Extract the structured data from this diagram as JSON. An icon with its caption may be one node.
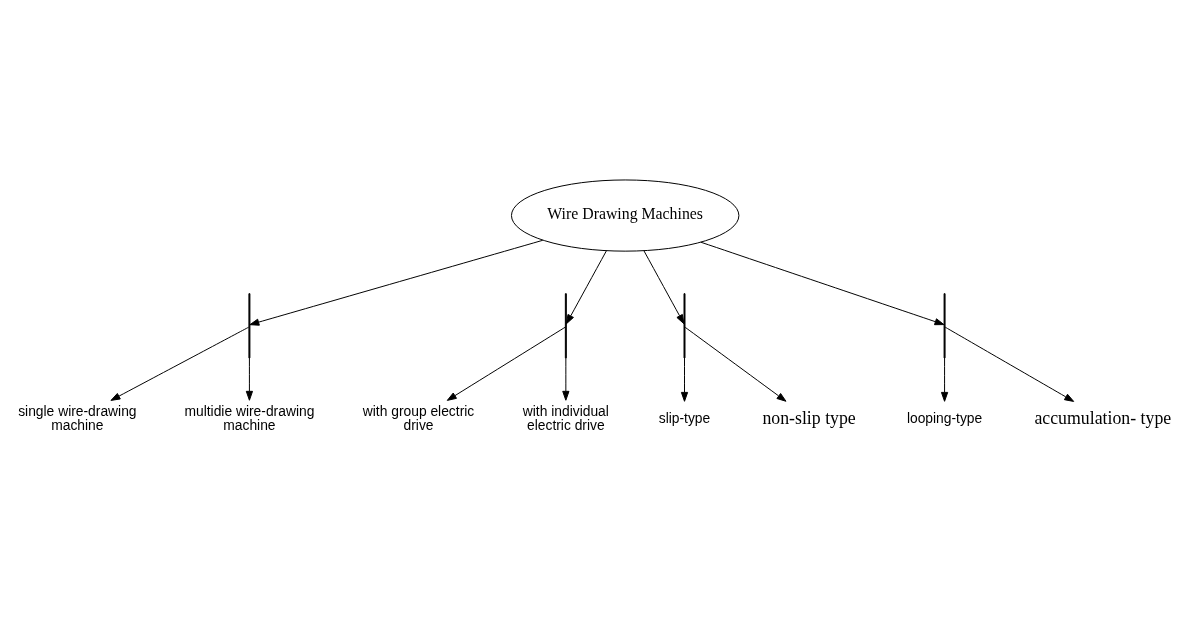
{
  "diagram": {
    "nodes": [
      {
        "text": [
          "Wire Drawing Machines"
        ]
      },
      {
        "text": [],
        "shape": "bar"
      },
      {
        "text": [
          "single wire-drawing machine"
        ]
      },
      {
        "text": [
          "multidie wire-drawing machine"
        ]
      },
      {
        "text": [],
        "shape": "bar"
      },
      {
        "text": [
          "with group electric drive"
        ]
      },
      {
        "text": [
          "with individual electric drive"
        ]
      },
      {
        "text": [],
        "shape": "bar"
      },
      {
        "text": [
          "slip-type"
        ]
      },
      {
        "text": [
          "non-slip type"
        ]
      },
      {
        "text": [],
        "shape": "bar"
      },
      {
        "text": [
          "looping-type"
        ]
      },
      {
        "text": [
          "accumulation- type"
        ]
      }
    ],
    "edges": [
      {
        "from": 0,
        "to": 1,
        "arrow": "to"
      },
      {
        "from": 1,
        "to": 2,
        "arrow": "to"
      },
      {
        "from": 1,
        "to": 3,
        "arrow": "to"
      },
      {
        "from": 0,
        "to": 4,
        "arrow": "to"
      },
      {
        "from": 4,
        "to": 5,
        "arrow": "to"
      },
      {
        "from": 4,
        "to": 6,
        "arrow": "to"
      },
      {
        "from": 0,
        "to": 7,
        "arrow": "to"
      },
      {
        "from": 7,
        "to": 8,
        "arrow": "to"
      },
      {
        "from": 7,
        "to": 9,
        "arrow": "to"
      },
      {
        "from": 0,
        "to": 10,
        "arrow": "to"
      },
      {
        "from": 10,
        "to": 11,
        "arrow": "to"
      },
      {
        "from": 10,
        "to": 12,
        "arrow": "to"
      }
    ]
  }
}
